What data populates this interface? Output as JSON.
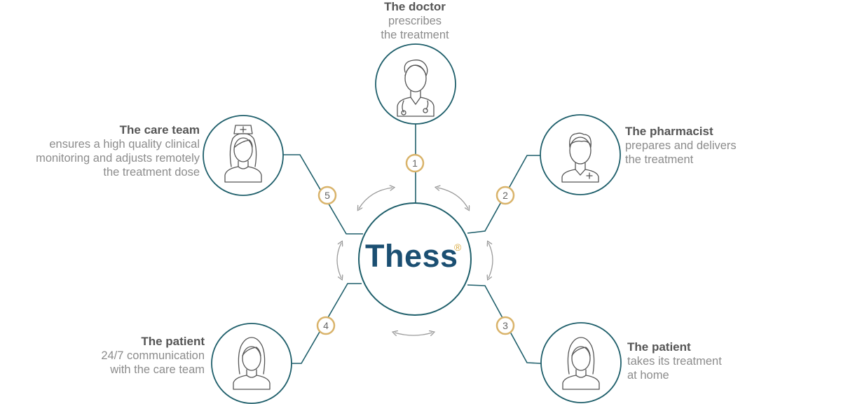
{
  "brand": {
    "name": "Thess",
    "registered": "®"
  },
  "colors": {
    "teal": "#1f5f6b",
    "gold": "#d9b36a",
    "brand_blue": "#1b4f72",
    "arrow": "#9a9a9a"
  },
  "steps": [
    {
      "number": "1",
      "title": "The doctor",
      "lines": [
        "prescribes",
        "the treatment"
      ],
      "icon": "doctor-icon"
    },
    {
      "number": "2",
      "title": "The pharmacist",
      "lines": [
        "prepares and delivers",
        "the treatment"
      ],
      "icon": "pharmacist-icon"
    },
    {
      "number": "3",
      "title": "The patient",
      "lines": [
        "takes its treatment",
        "at home"
      ],
      "icon": "patient-woman-icon"
    },
    {
      "number": "4",
      "title": "The patient",
      "lines": [
        "24/7 communication",
        "with the care team"
      ],
      "icon": "patient-woman-icon"
    },
    {
      "number": "5",
      "title": "The care team",
      "lines": [
        "ensures a high quality clinical",
        "monitoring and adjusts remotely",
        "the treatment dose"
      ],
      "icon": "nurse-icon"
    }
  ]
}
